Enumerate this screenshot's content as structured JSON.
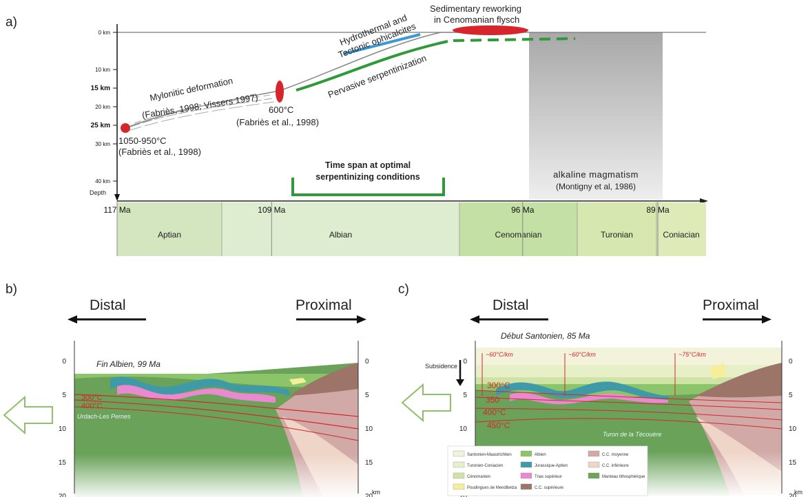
{
  "panel_a": {
    "letter": "a)",
    "depth_axis": {
      "ticks": [
        {
          "label": "0 km",
          "bold": false,
          "depth": 0
        },
        {
          "label": "10 km",
          "bold": false,
          "depth": 10
        },
        {
          "label": "15 km",
          "bold": true,
          "depth": 15
        },
        {
          "label": "20 km",
          "bold": false,
          "depth": 20
        },
        {
          "label": "25 km",
          "bold": true,
          "depth": 25
        },
        {
          "label": "30 km",
          "bold": false,
          "depth": 30
        },
        {
          "label": "40 km",
          "bold": false,
          "depth": 40
        }
      ],
      "title": "Depth"
    },
    "time_axis": {
      "ticks": [
        {
          "label": "117 Ma",
          "ma": 117
        },
        {
          "label": "109 Ma",
          "ma": 109
        },
        {
          "label": "96 Ma",
          "ma": 96
        },
        {
          "label": "89 Ma",
          "ma": 89
        }
      ]
    },
    "stages": [
      {
        "name": "Aptian",
        "color": "#d3e6bf"
      },
      {
        "name": "Albian",
        "color": "#deedcf"
      },
      {
        "name": "Cenomanian",
        "color": "#c4e0a4"
      },
      {
        "name": "Turonian",
        "color": "#d6e8b0"
      },
      {
        "name": "Coniacian",
        "color": "#dfeab9"
      }
    ],
    "annotations": {
      "temp_high": "1050-950°C",
      "temp_high_ref": "(Fabriès et al., 1998)",
      "temp_600": "600°C",
      "temp_600_ref": "(Fabriès et al., 1998)",
      "mylonitic_1": "Mylonitic deformation",
      "mylonitic_2": "(Fabriès, 1998; Vissers 1997)",
      "hydro_1": "Hydrothermal and",
      "hydro_2": "Tectonic ophicalcites",
      "serp": "Pervasive serpentinization",
      "sed_1": "Sedimentary reworking",
      "sed_2": "in Cenomanian flysch",
      "timespan_1": "Time span at optimal",
      "timespan_2": "serpentinizing conditions",
      "alk_1": "alkaline magmatism",
      "alk_2": "(Montigny et al, 1986)"
    },
    "colors": {
      "red": "#d7262b",
      "green": "#2f9a3a",
      "blue": "#3b9ad6",
      "gray_box": "#b4b4b4"
    }
  },
  "panel_b": {
    "letter": "b)",
    "distal": "Distal",
    "proximal": "Proximal",
    "title": "Fin Albien, 99 Ma",
    "iso_300": "300°C",
    "iso_400": "400°C",
    "place": "Urdach-Les Pernes",
    "depth_ticks": [
      "0",
      "5",
      "10",
      "15",
      "20"
    ],
    "unit": "km"
  },
  "panel_c": {
    "letter": "c)",
    "distal": "Distal",
    "proximal": "Proximal",
    "title": "Début Santonien, 85 Ma",
    "subsidence": "Subsidence",
    "grad_1": "~60°C/km",
    "grad_2": "~60°C/km",
    "grad_3": "~75°C/km",
    "iso_300": "300°C",
    "iso_350": "350",
    "iso_400": "400°C",
    "iso_450": "450°C",
    "place": "Turon de la Técouère",
    "depth_ticks": [
      "0",
      "5",
      "10",
      "15",
      "20"
    ],
    "unit": "km",
    "legend": [
      {
        "label": "Santonien-Maastrichtien",
        "color": "#f2f3da"
      },
      {
        "label": "Turonien-Coniacien",
        "color": "#e6efc6"
      },
      {
        "label": "Cénomanien",
        "color": "#cfe3a6"
      },
      {
        "label": "Poudingues de Mendibelza",
        "color": "#f6ef9a"
      },
      {
        "label": "Albien",
        "color": "#8cc46a"
      },
      {
        "label": "Jurassique-Aptien",
        "color": "#3f9aa8"
      },
      {
        "label": "Trias supérieur",
        "color": "#e98ad0"
      },
      {
        "label": "C.C. supérieure",
        "color": "#9c7468"
      },
      {
        "label": "C.C. moyenne",
        "color": "#d1a9a6"
      },
      {
        "label": "C.C. inférieure",
        "color": "#efd5c7"
      },
      {
        "label": "Manteau lithosphérique",
        "color": "#6ea35a"
      }
    ]
  }
}
